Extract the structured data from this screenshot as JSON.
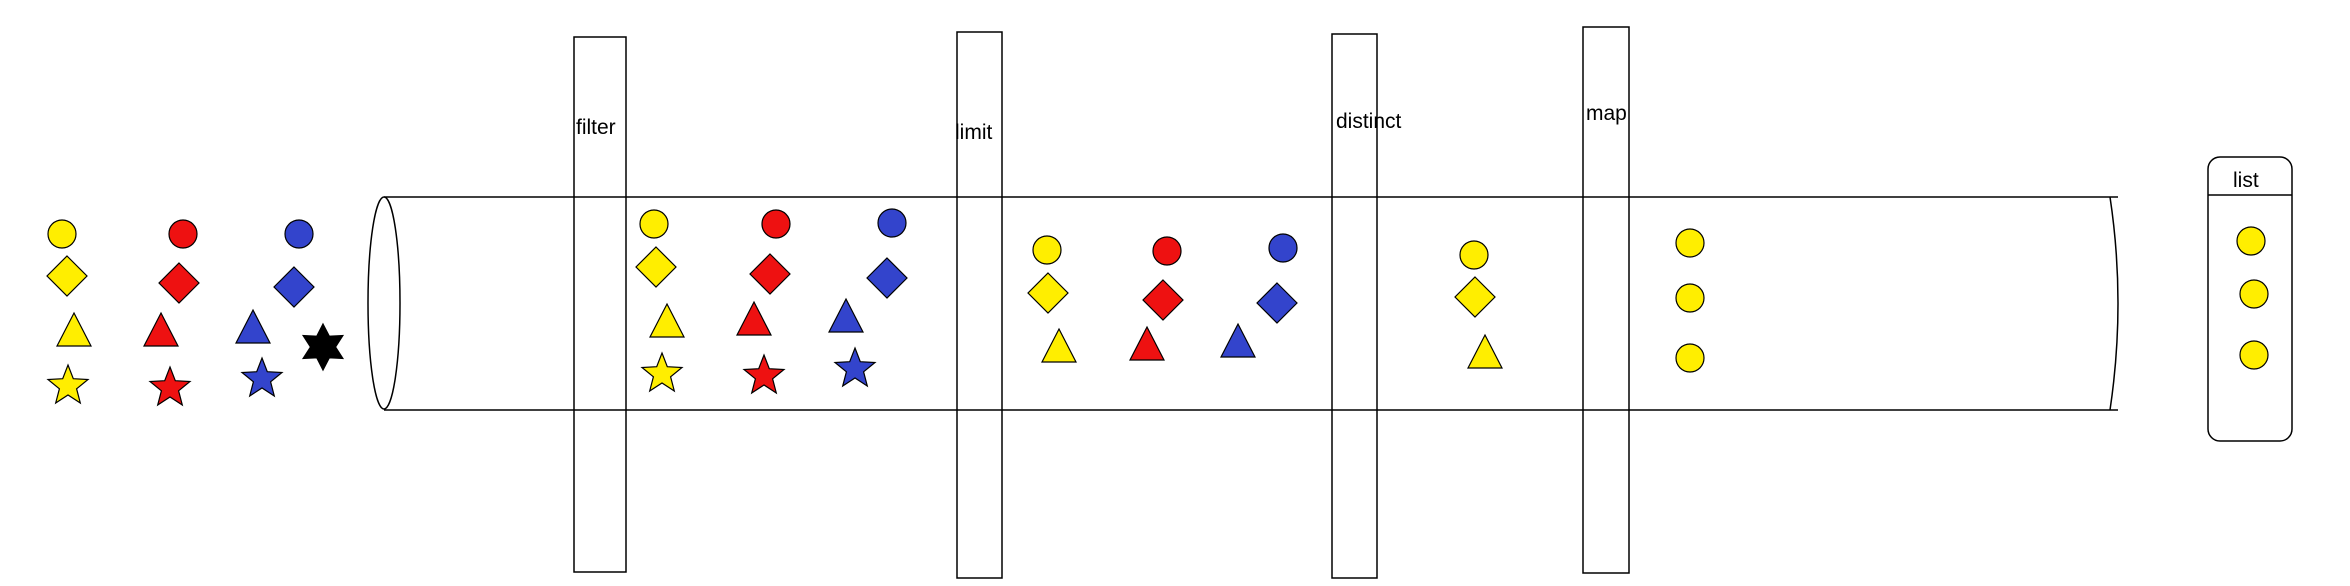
{
  "colors": {
    "yellow": "#ffee00",
    "red": "#ee1111",
    "blue": "#3344cc",
    "black": "#000000",
    "outline": "#000000",
    "background": "#ffffff"
  },
  "stages": {
    "filter": "filter",
    "limit": "limit",
    "distinct": "distinct",
    "map": "map"
  },
  "output": {
    "label": "list"
  },
  "shape_groups": {
    "source": [
      {
        "color": "yellow",
        "shapes": [
          "circle-icon",
          "diamond-icon",
          "triangle-icon",
          "star-icon"
        ]
      },
      {
        "color": "red",
        "shapes": [
          "circle-icon",
          "diamond-icon",
          "triangle-icon",
          "star-icon"
        ]
      },
      {
        "color": "blue",
        "shapes": [
          "circle-icon",
          "diamond-icon",
          "triangle-icon",
          "star-icon"
        ]
      },
      {
        "color": "black",
        "shapes": [
          "hexagram-icon"
        ]
      }
    ],
    "after_filter": [
      {
        "color": "yellow",
        "shapes": [
          "circle-icon",
          "diamond-icon",
          "triangle-icon",
          "star-icon"
        ]
      },
      {
        "color": "red",
        "shapes": [
          "circle-icon",
          "diamond-icon",
          "triangle-icon",
          "star-icon"
        ]
      },
      {
        "color": "blue",
        "shapes": [
          "circle-icon",
          "diamond-icon",
          "triangle-icon",
          "star-icon"
        ]
      }
    ],
    "after_limit": [
      {
        "color": "yellow",
        "shapes": [
          "circle-icon",
          "diamond-icon",
          "triangle-icon"
        ]
      },
      {
        "color": "red",
        "shapes": [
          "circle-icon",
          "diamond-icon",
          "triangle-icon"
        ]
      },
      {
        "color": "blue",
        "shapes": [
          "circle-icon",
          "diamond-icon",
          "triangle-icon"
        ]
      }
    ],
    "after_distinct": [
      {
        "color": "yellow",
        "shapes": [
          "circle-icon",
          "diamond-icon",
          "triangle-icon"
        ]
      }
    ],
    "after_map": [
      {
        "color": "yellow",
        "shapes": [
          "circle-icon",
          "circle-icon",
          "circle-icon"
        ]
      }
    ],
    "list_contents": [
      {
        "color": "yellow",
        "shapes": [
          "circle-icon",
          "circle-icon",
          "circle-icon"
        ]
      }
    ]
  }
}
